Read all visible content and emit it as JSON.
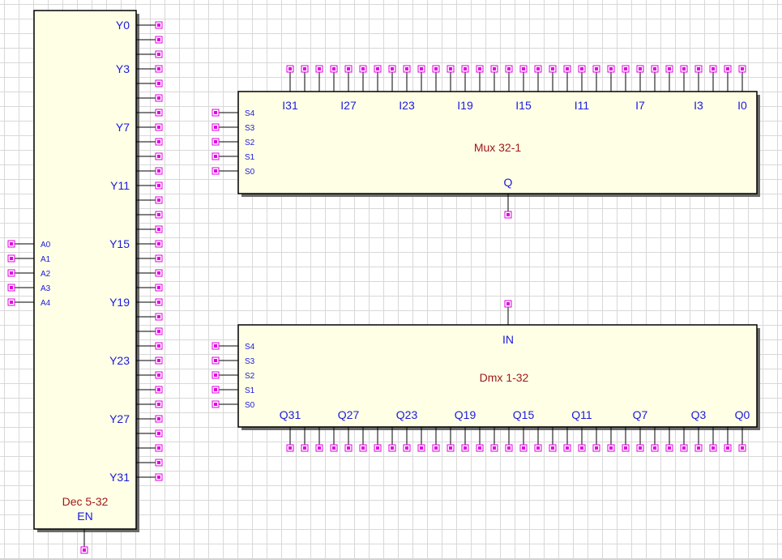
{
  "colors": {
    "block_fill": "#ffffe6",
    "pin_color": "#e000e0",
    "label_color": "#1a1adc",
    "name_color": "#a01818"
  },
  "decoder": {
    "name": "Dec 5-32",
    "enable_label": "EN",
    "address_labels": [
      "A0",
      "A1",
      "A2",
      "A3",
      "A4"
    ],
    "output_labels": [
      "Y0",
      "Y3",
      "Y7",
      "Y11",
      "Y15",
      "Y19",
      "Y23",
      "Y27",
      "Y31"
    ],
    "output_pin_count": 32
  },
  "mux": {
    "name": "Mux 32-1",
    "output_label": "Q",
    "select_labels": [
      "S4",
      "S3",
      "S2",
      "S1",
      "S0"
    ],
    "input_labels": [
      "I31",
      "I27",
      "I23",
      "I19",
      "I15",
      "I11",
      "I7",
      "I3",
      "I0"
    ],
    "input_pin_count": 32
  },
  "demux": {
    "name": "Dmx 1-32",
    "input_label": "IN",
    "select_labels": [
      "S4",
      "S3",
      "S2",
      "S1",
      "S0"
    ],
    "output_labels": [
      "Q31",
      "Q27",
      "Q23",
      "Q19",
      "Q15",
      "Q11",
      "Q7",
      "Q3",
      "Q0"
    ],
    "output_pin_count": 32
  }
}
